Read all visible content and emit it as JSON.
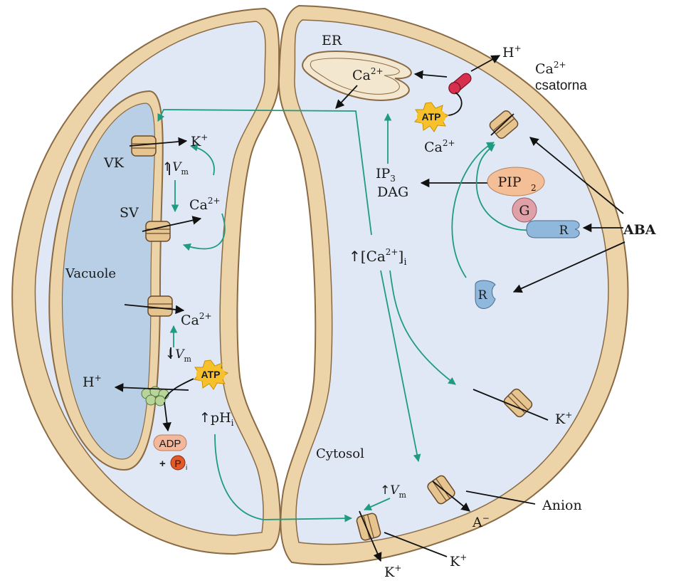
{
  "colors": {
    "wall": "#ecd3a8",
    "wall_stroke": "#8a6a44",
    "cytosol": "#dfe8f4",
    "vacuole": "#b9cfe6",
    "green_arrow": "#1f9b80",
    "black_arrow": "#111111",
    "atp_burst": "#f7c12b",
    "adp_pill": "#f3b89b",
    "pip2": "#f4be97",
    "g_protein": "#e0a0a8",
    "receptor": "#8fb8dc",
    "h_channel": "#d6304e"
  },
  "labels": {
    "er": "ER",
    "er_ca": "Ca",
    "h_top": "H",
    "ca_channel_line1": "Ca",
    "ca_channel_line2": "csatorna",
    "atp_er": "ATP",
    "ca_near_channel": "Ca",
    "vk": "VK",
    "k_vk": "K",
    "vm_up": "V",
    "vm_sub": "m",
    "sv": "SV",
    "ca_sv": "Ca",
    "ip3": "IP",
    "ip3_sub": "3",
    "dag": "DAG",
    "pip2": "PIP",
    "pip2_sub": "2",
    "g": "G",
    "r_membrane": "R",
    "aba": "ABA",
    "vacuole": "Vacuole",
    "ca_i_bracket": "[Ca",
    "ca_i_sub": "i",
    "r_cyto": "R",
    "ca_vac": "Ca",
    "vm_down": "V",
    "vm_down_sub": "m",
    "atp_vac": "ATP",
    "h_vac": "H",
    "adp": "ADP",
    "plus_pi": "+ ",
    "pi": "P",
    "pi_sub": "i",
    "ph_i": "pH",
    "ph_sub": "i",
    "k_right": "K",
    "cytosol": "Cytosol",
    "vm_bottom": "V",
    "vm_bottom_sub": "m",
    "anion": "Anion",
    "a_minus": "A",
    "k_bottom_right": "K",
    "k_bottom": "K",
    "sup_plus": "+",
    "sup_2plus": "2+",
    "sup_minus": "−"
  }
}
